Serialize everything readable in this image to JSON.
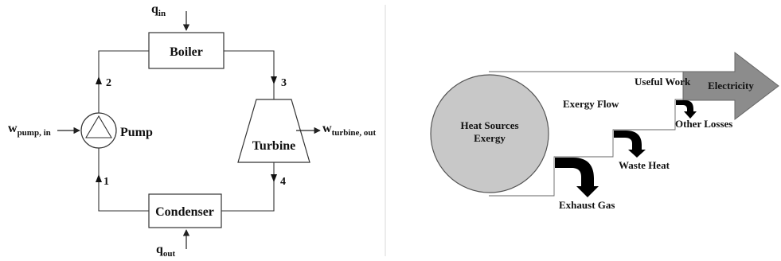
{
  "rankine": {
    "components": {
      "boiler": "Boiler",
      "turbine": "Turbine",
      "condenser": "Condenser",
      "pump": "Pump"
    },
    "states": [
      "1",
      "2",
      "3",
      "4"
    ],
    "q_in": {
      "main": "q",
      "sub": "in"
    },
    "q_out": {
      "main": "q",
      "sub": "out"
    },
    "w_pump": {
      "main": "w",
      "sub": "pump, in"
    },
    "w_turbine": {
      "main": "w",
      "sub": "turbine, out"
    }
  },
  "exergy": {
    "heat_sources_line1": "Heat Sources",
    "heat_sources_line2": "Exergy",
    "exergy_flow": "Exergy Flow",
    "useful_work": "Useful Work",
    "electricity": "Electricity",
    "other_losses": "Other Losses",
    "waste_heat": "Waste Heat",
    "exhaust_gas": "Exhaust Gas"
  },
  "colors": {
    "line": "#333333",
    "circle_fill": "#c8c8c8",
    "arrow_fill": "#8c8c8c",
    "loss_arrow": "#000000"
  }
}
